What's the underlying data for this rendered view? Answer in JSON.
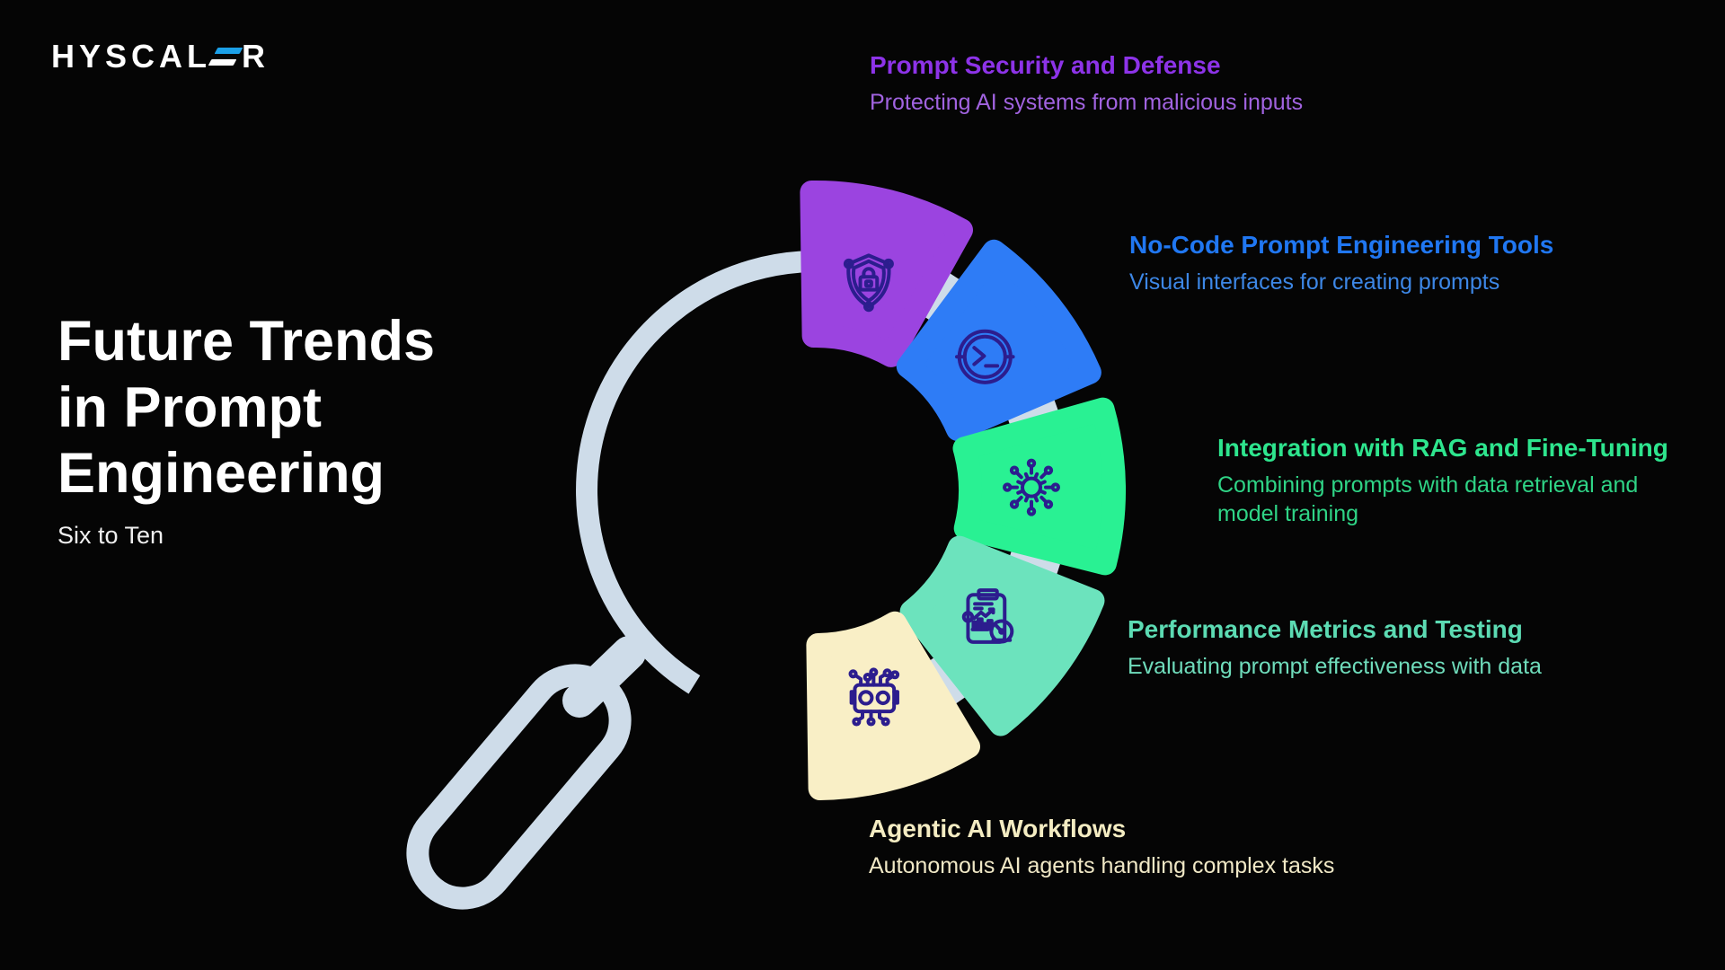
{
  "background": "#050505",
  "logo": {
    "text_prefix": "HYSCAL",
    "text_suffix": "R",
    "accent_color": "#1ba0e8"
  },
  "title": {
    "lines": [
      "Future Trends",
      "in Prompt",
      "Engineering"
    ],
    "subtitle": "Six to Ten"
  },
  "diagram": {
    "ring_color": "#cedce9",
    "icon_stroke_color": "#2c1d8e"
  },
  "segments": [
    {
      "id": "prompt-security",
      "icon": "shield-lock",
      "wedge_color": "#9b44e0",
      "heading": "Prompt Security and Defense",
      "heading_color": "#8d33e8",
      "description": "Protecting AI systems from malicious inputs",
      "description_color": "#a163e0"
    },
    {
      "id": "no-code-tools",
      "icon": "terminal",
      "wedge_color": "#2e7cf6",
      "heading": "No-Code Prompt Engineering Tools",
      "heading_color": "#2077f2",
      "description": "Visual interfaces for creating prompts",
      "description_color": "#3d87e6"
    },
    {
      "id": "rag-fine-tuning",
      "icon": "network-hub",
      "wedge_color": "#29f193",
      "heading": "Integration with RAG and Fine-Tuning",
      "heading_color": "#2ee58e",
      "description": "Combining prompts with data retrieval and model training",
      "description_color": "#2fd486"
    },
    {
      "id": "performance-metrics",
      "icon": "clipboard-gauge",
      "wedge_color": "#6ce3bd",
      "heading": "Performance Metrics and Testing",
      "heading_color": "#5cdbb3",
      "description": "Evaluating prompt effectiveness with data",
      "description_color": "#6fdcbb"
    },
    {
      "id": "agentic-workflows",
      "icon": "robot-circuit",
      "wedge_color": "#f9efc6",
      "heading": "Agentic AI Workflows",
      "heading_color": "#f4ecc2",
      "description": "Autonomous AI agents handling complex tasks",
      "description_color": "#f0e8c6"
    }
  ]
}
